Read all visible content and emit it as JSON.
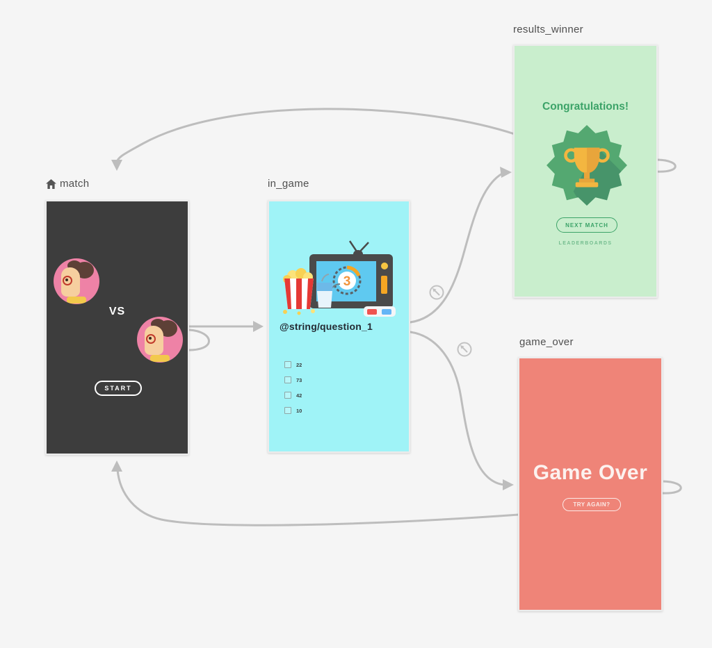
{
  "canvas": {
    "background": "#f5f5f5",
    "arrow_color": "#bdbdbd"
  },
  "screens": {
    "match": {
      "label": "match",
      "is_start_destination": true,
      "background": "#3d3d3d",
      "vs_label": "VS",
      "start_button": "START"
    },
    "in_game": {
      "label": "in_game",
      "background": "#9ff3f7",
      "question": "@string/question_1",
      "answers": [
        "22",
        "73",
        "42",
        "10"
      ]
    },
    "results_winner": {
      "label": "results_winner",
      "background": "#c9eecd",
      "title": "Congratulations!",
      "next_match_button": "NEXT MATCH",
      "leaderboards_link": "LEADERBOARDS",
      "accent": "#3ca368"
    },
    "game_over": {
      "label": "game_over",
      "background": "#ef8478",
      "title": "Game Over",
      "try_again_button": "TRY AGAIN?"
    }
  },
  "icons": {
    "home": "start-destination house glyph",
    "pop_action": "circled up-left pop arrow",
    "trophy_badge": "gold trophy on green starburst",
    "tv_countdown": "retro TV with countdown 3, popcorn, drink, 3d-glasses",
    "countdown_number": "3"
  }
}
